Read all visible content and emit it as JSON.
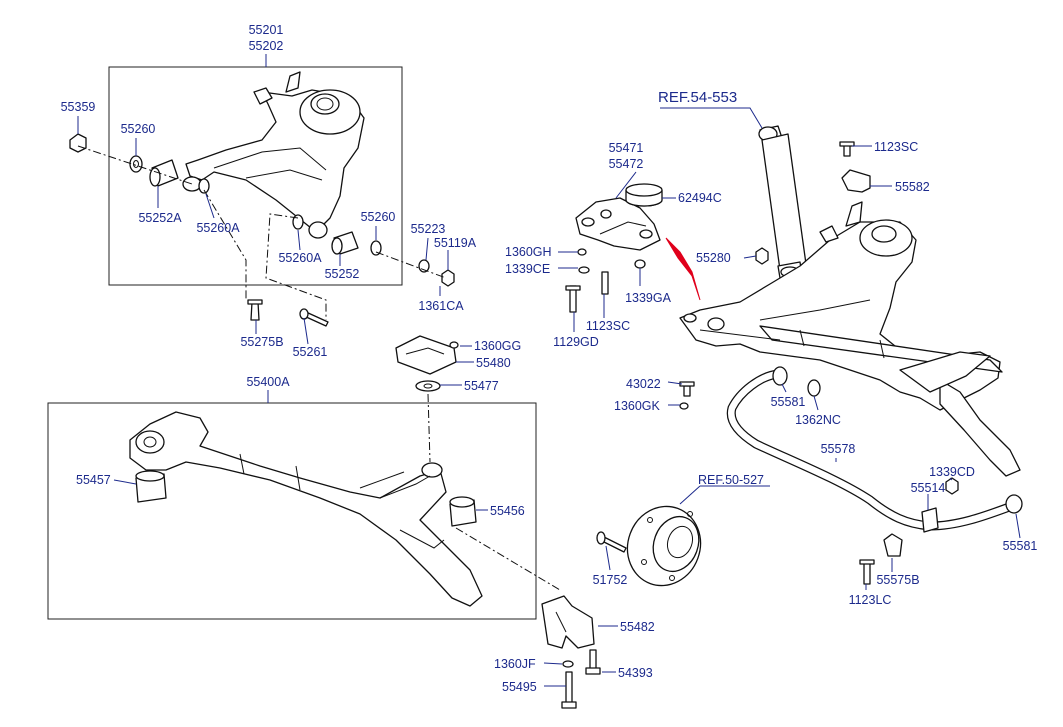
{
  "labels": {
    "p55201": "55201",
    "p55202": "55202",
    "p55359": "55359",
    "p55260_a": "55260",
    "p55252A": "55252A",
    "p55260A_a": "55260A",
    "p55260A_b": "55260A",
    "p55252": "55252",
    "p55260_b": "55260",
    "p55223": "55223",
    "p55119A": "55119A",
    "p1361CA": "1361CA",
    "p55275B": "55275B",
    "p55261": "55261",
    "p55400A": "55400A",
    "p1360GG": "1360GG",
    "p55480": "55480",
    "p55477": "55477",
    "p55457": "55457",
    "p55456": "55456",
    "p55471": "55471",
    "p55472": "55472",
    "p62494C": "62494C",
    "p1360GH": "1360GH",
    "p1339CE": "1339CE",
    "p1339GA": "1339GA",
    "p1123SC_a": "1123SC",
    "p1129GD": "1129GD",
    "p1123SC_b": "1123SC",
    "p55582": "55582",
    "p55280": "55280",
    "p43022": "43022",
    "p1360GK": "1360GK",
    "p55581_a": "55581",
    "p1362NC": "1362NC",
    "p55578": "55578",
    "p1339CD": "1339CD",
    "p55514": "55514",
    "p55581_b": "55581",
    "p51752": "51752",
    "p55575B": "55575B",
    "p1123LC": "1123LC",
    "p55482": "55482",
    "p1360JF": "1360JF",
    "p54393": "54393",
    "p55495": "55495"
  },
  "refs": {
    "ref54": "REF.54-553",
    "ref50": "REF.50-527"
  },
  "colors": {
    "label": "#1c2a8c",
    "line": "#111111",
    "arrow": "#e0001b"
  }
}
